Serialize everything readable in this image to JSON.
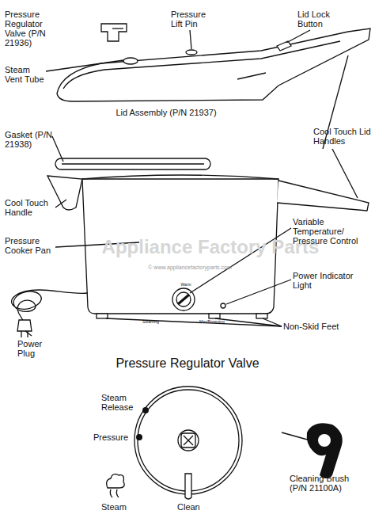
{
  "diagram": {
    "title": "Pressure Regulator Valve",
    "labels": [
      "Pressure Regulator Valve (P/N 21936)",
      "Steam Vent Tube",
      "Pressure Lift Pin",
      "Lid Lock Button",
      "Lid Assembly (P/N 21937)",
      "Gasket (P/N 21938)",
      "Cool Touch Lid Handles",
      "Cool Touch Handle",
      "Pressure Cooker Pan",
      "Appliance Factory Parts",
      "© www.appliancefactoryparts.com",
      "Warm",
      "Steaming",
      "Max/Browning",
      "Variable Temperature/ Pressure Control",
      "Power Indicator Light",
      "Non-Skid Feet",
      "Power Plug",
      "Steam Release",
      "Pressure",
      "Steam",
      "Clean",
      "Cleaning Brush (P/N 21100A)"
    ]
  }
}
